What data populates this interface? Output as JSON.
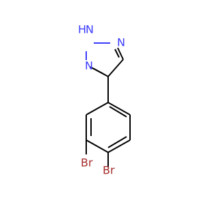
{
  "molecule": {
    "atoms": [
      {
        "id": "hn",
        "label": "H",
        "color": "#3a3aff"
      },
      {
        "id": "n1",
        "label": "N",
        "color": "#3a3aff"
      },
      {
        "id": "n2",
        "label": "N",
        "color": "#3a3aff"
      },
      {
        "id": "n3",
        "label": "N",
        "color": "#3a3aff"
      },
      {
        "id": "br1",
        "label": "Br",
        "color": "#a52a2a"
      },
      {
        "id": "br2",
        "label": "Br",
        "color": "#a52a2a"
      }
    ]
  }
}
